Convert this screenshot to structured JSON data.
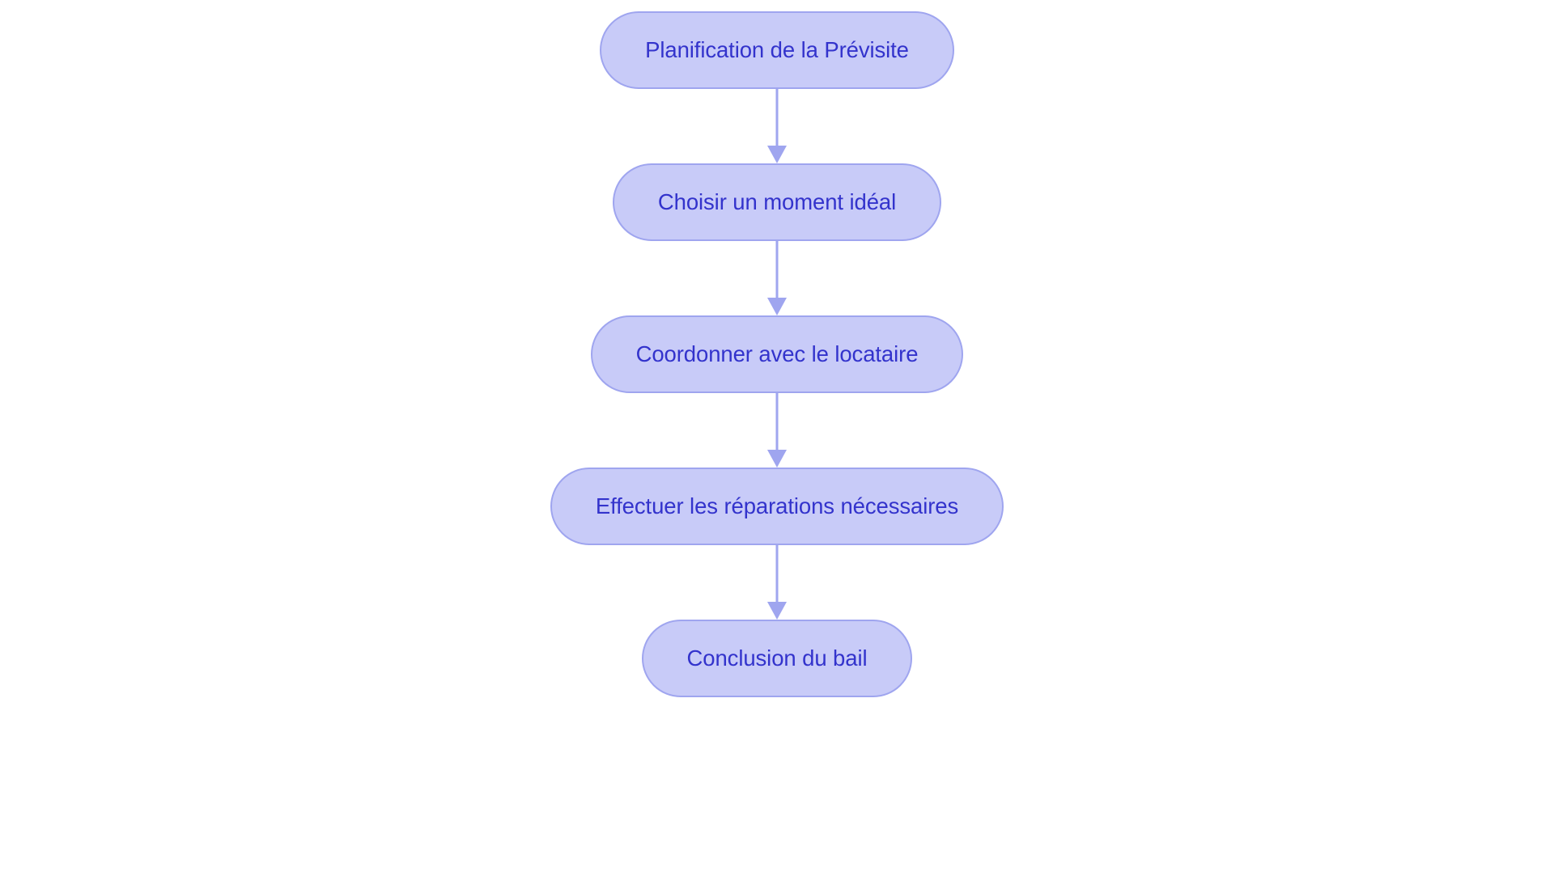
{
  "diagram": {
    "type": "flowchart",
    "orientation": "vertical-top-to-bottom",
    "background_color": "#ffffff",
    "node_fill_color": "#c8cbf8",
    "node_border_color": "#9fa5ef",
    "node_text_color": "#3333cc",
    "arrow_color": "#9fa5ef",
    "nodes": [
      {
        "id": "n1",
        "label": "Planification de la Prévisite"
      },
      {
        "id": "n2",
        "label": "Choisir un moment idéal"
      },
      {
        "id": "n3",
        "label": "Coordonner avec le locataire"
      },
      {
        "id": "n4",
        "label": "Effectuer les réparations nécessaires"
      },
      {
        "id": "n5",
        "label": "Conclusion du bail"
      }
    ],
    "edges": [
      {
        "id": "e1",
        "from": "n1",
        "to": "n2",
        "label": ""
      },
      {
        "id": "e2",
        "from": "n2",
        "to": "n3",
        "label": ""
      },
      {
        "id": "e3",
        "from": "n3",
        "to": "n4",
        "label": ""
      },
      {
        "id": "e4",
        "from": "n4",
        "to": "n5",
        "label": ""
      }
    ]
  }
}
